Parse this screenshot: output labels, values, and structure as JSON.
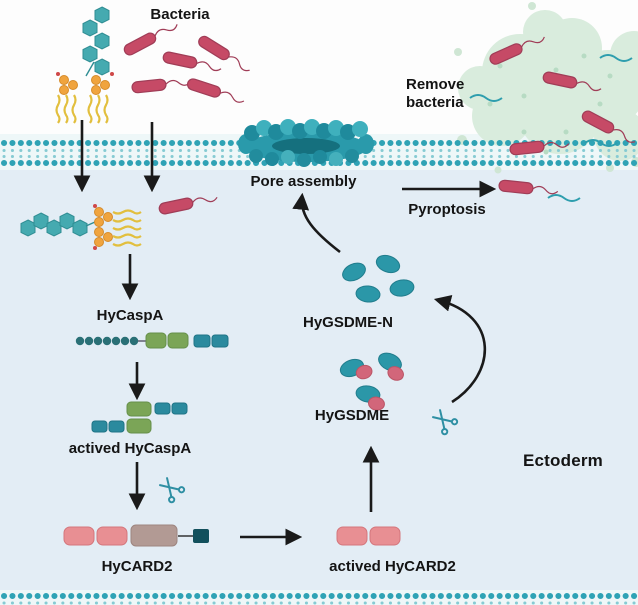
{
  "labels": {
    "bacteria": "Bacteria",
    "remove_bacteria": "Remove bacteria",
    "pore_assembly": "Pore assembly",
    "pyroptosis": "Pyroptosis",
    "hycaspa": "HyCaspA",
    "actived_hycaspa": "actived HyCaspA",
    "hycard2": "HyCARD2",
    "actived_hycard2": "actived HyCARD2",
    "hygsdme": "HyGSDME",
    "hygsdme_n": "HyGSDME-N",
    "ectoderm": "Ectoderm"
  },
  "colors": {
    "membrane_teal": "#2fa3b5",
    "cytoplasm_blue": "#e3edf5",
    "bacteria_pink": "#c64a66",
    "lps_sugar_teal": "#45aab0",
    "lps_head_orange": "#f0a43e",
    "lps_tail_yellow": "#e2bf3e",
    "caspase_prodomain_teal": "#2a7076",
    "caspase_large_green": "#7ba557",
    "caspase_small_teal": "#2b8a9e",
    "card2_pink": "#e88f93",
    "card2_linker_mauve": "#b29a94",
    "card2_dark_teal": "#12505c",
    "gsdme_n_teal": "#2b97a8",
    "gsdme_c_pink": "#d2667a",
    "burst_green": "#d9ecdd",
    "arrow_black": "#1a1a1a",
    "scissors_teal": "#2e8fa3"
  }
}
